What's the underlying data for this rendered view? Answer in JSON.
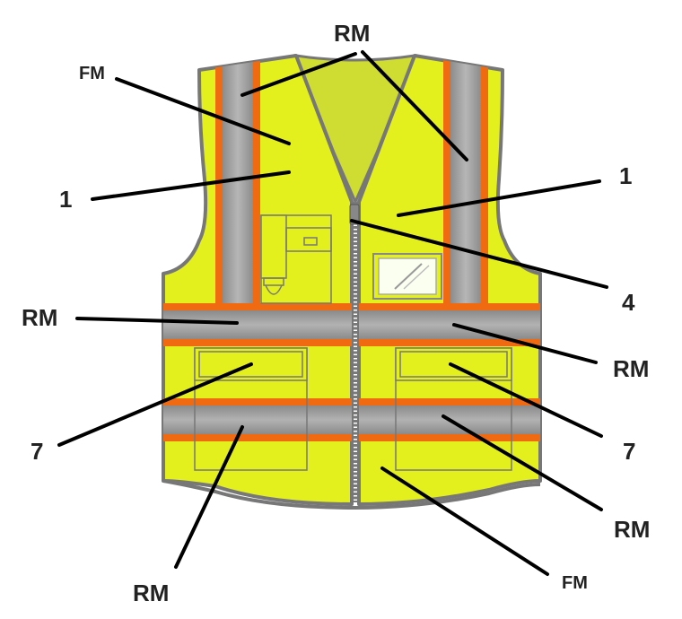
{
  "diagram": {
    "labels": {
      "rm_top": "RM",
      "fm_top_left": "FM",
      "one_left": "1",
      "one_right": "1",
      "four": "4",
      "rm_left_mid": "RM",
      "rm_right_mid": "RM",
      "seven_left": "7",
      "seven_right": "7",
      "rm_right_low": "RM",
      "rm_bottom": "RM",
      "fm_bottom_right": "FM"
    },
    "colors": {
      "fabric": "#e4f01e",
      "fabric_inner": "#d4e030",
      "reflective": "#9a9a9a",
      "orange_trim": "#f06a12",
      "outline": "#777777",
      "leader_line": "#000000",
      "label_text": "#222222"
    }
  }
}
